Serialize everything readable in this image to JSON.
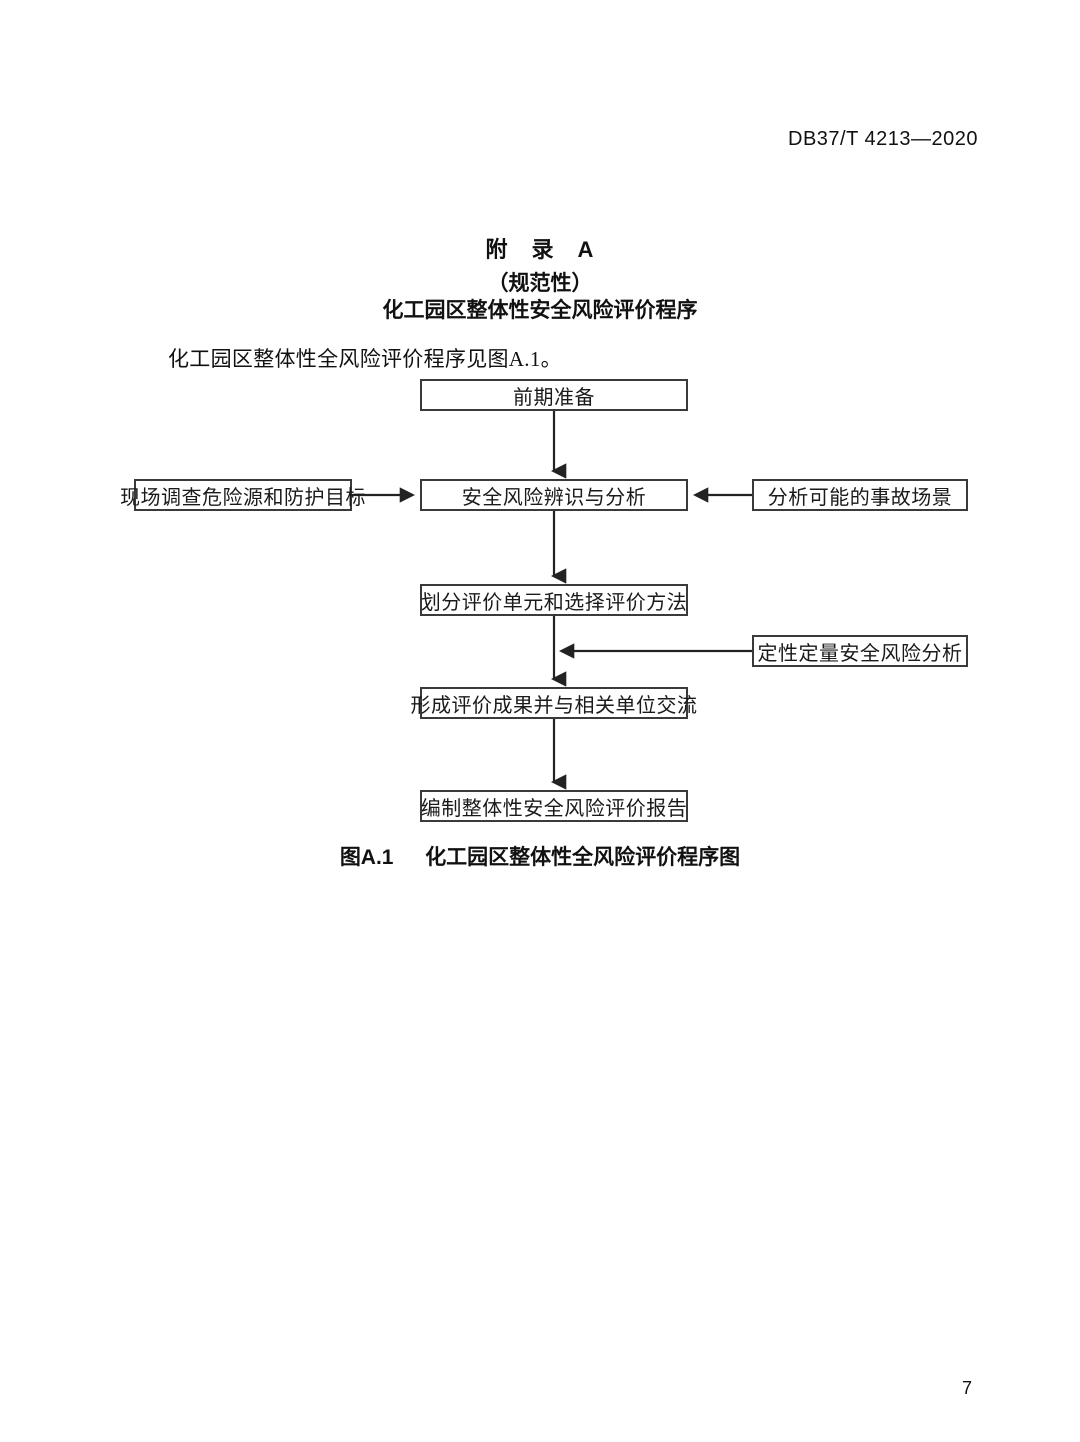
{
  "header": {
    "standard_code": "DB37/T 4213—2020"
  },
  "annex": {
    "title": "附　录　A",
    "subtitle": "（规范性）",
    "name": "化工园区整体性安全风险评价程序"
  },
  "body": {
    "paragraph": "化工园区整体性全风险评价程序见图A.1。"
  },
  "figure": {
    "label": "图A.1",
    "caption": "化工园区整体性全风险评价程序图",
    "nodes": {
      "prep": "前期准备",
      "identify": "安全风险辨识与分析",
      "survey": "现场调查危险源和防护目标",
      "scenario": "分析可能的事故场景",
      "unit": "划分评价单元和选择评价方法",
      "quant": "定性定量安全风险分析",
      "result": "形成评价成果并与相关单位交流",
      "report": "编制整体性安全风险评价报告"
    },
    "edges": [
      {
        "from": "prep",
        "to": "identify",
        "direction": "down"
      },
      {
        "from": "survey",
        "to": "identify",
        "direction": "right"
      },
      {
        "from": "scenario",
        "to": "identify",
        "direction": "left"
      },
      {
        "from": "identify",
        "to": "unit",
        "direction": "down"
      },
      {
        "from": "unit",
        "to": "result",
        "direction": "down"
      },
      {
        "from": "quant",
        "to": "unit-result-link",
        "direction": "left"
      },
      {
        "from": "result",
        "to": "report",
        "direction": "down"
      }
    ]
  },
  "footer": {
    "page_number": "7"
  },
  "colors": {
    "text": "#1a1a1a",
    "box_border": "#3a3a3a",
    "background": "#ffffff"
  }
}
